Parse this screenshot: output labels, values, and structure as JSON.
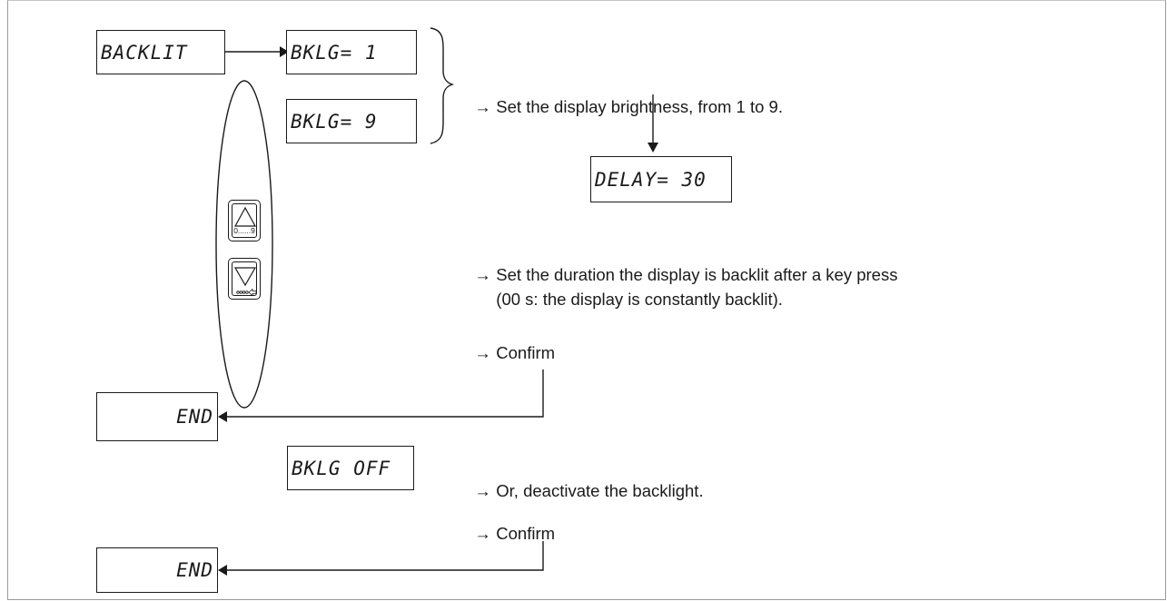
{
  "displays": {
    "backlit": "BACKLIT",
    "bklg_min": "BKLG= 1",
    "bklg_max": "BKLG= 9",
    "delay": "DELAY= 30",
    "end_1": "END",
    "bklg_off": "BKLG OFF",
    "end_2": "END"
  },
  "keys": {
    "up_label": "0......9",
    "down_label": "",
    "up_icon": "up-triangle-icon",
    "down_icon": "down-triangle-icon"
  },
  "steps": {
    "arrow": "→",
    "brightness": "Set the display brightness, from 1 to 9.",
    "duration_line1": "Set the duration the display is backlit after a key press",
    "duration_line2": "(00 s: the display is constantly backlit).",
    "confirm_1": "Confirm",
    "deactivate": "Or, deactivate the backlight.",
    "confirm_2": "Confirm"
  }
}
